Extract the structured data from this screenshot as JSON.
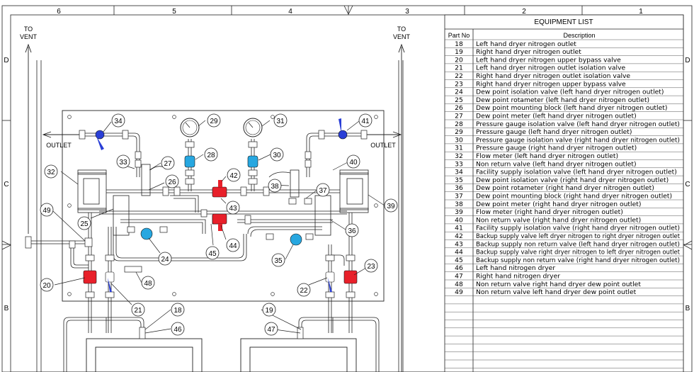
{
  "border": {
    "top_numbers": [
      "6",
      "5",
      "4",
      "3",
      "2",
      "1"
    ],
    "side_letters": [
      "D",
      "C",
      "B"
    ]
  },
  "labels": {
    "to_vent": [
      "TO",
      "VENT"
    ],
    "outlet": "OUTLET"
  },
  "equipment_list": {
    "title": "EQUIPMENT LIST",
    "col_part": "Part No",
    "col_desc": "Description",
    "items": [
      {
        "no": "18",
        "desc": "Left hand dryer nitrogen outlet"
      },
      {
        "no": "19",
        "desc": "Right hand dryer nitrogen outlet"
      },
      {
        "no": "20",
        "desc": "Left hand dryer nitrogen upper bypass valve"
      },
      {
        "no": "21",
        "desc": "Left hand dryer nitrogen outlet isolation valve"
      },
      {
        "no": "22",
        "desc": "Right hand dryer nitrogen outlet isolation valve"
      },
      {
        "no": "23",
        "desc": "Right hand dryer nitrogen upper bypass valve"
      },
      {
        "no": "24",
        "desc": "Dew point isolation valve (left hand dryer nitrogen outlet)"
      },
      {
        "no": "25",
        "desc": "Dew point rotameter (left hand dryer nitrogen outlet)"
      },
      {
        "no": "26",
        "desc": "Dew point mounting block (left hand dryer nitrogen outlet)"
      },
      {
        "no": "27",
        "desc": "Dew point meter (left hand dryer nitrogen outlet)"
      },
      {
        "no": "28",
        "desc": "Pressure gauge isolation valve (left hand dryer nitrogen outlet)"
      },
      {
        "no": "29",
        "desc": "Pressure gauge (left hand dryer nitrogen outlet)"
      },
      {
        "no": "30",
        "desc": "Pressure gauge isolation valve (right hand dryer nitrogen outlet)"
      },
      {
        "no": "31",
        "desc": "Pressure gauge (right hand dryer nitrogen outlet)"
      },
      {
        "no": "32",
        "desc": "Flow meter (left hand dryer nitrogen outlet)"
      },
      {
        "no": "33",
        "desc": "Non return valve (left hand dryer nitrogen outlet)"
      },
      {
        "no": "34",
        "desc": "Facility supply isolation valve (left hand dryer nitrogen outlet)"
      },
      {
        "no": "35",
        "desc": "Dew point isolation valve (right hand dryer nitrogen outlet)"
      },
      {
        "no": "36",
        "desc": "Dew point rotameter (right hand dryer nitrogen outlet)"
      },
      {
        "no": "37",
        "desc": "Dew point mounting block (right hand dryer nitrogen outlet)"
      },
      {
        "no": "38",
        "desc": "Dew point meter (right hand dryer nitrogen outlet)"
      },
      {
        "no": "39",
        "desc": "Flow meter (right hand dryer nitrogen outlet)"
      },
      {
        "no": "40",
        "desc": "Non return valve (right hand dryer nitrogen outlet)"
      },
      {
        "no": "41",
        "desc": "Facility supply isolation valve (right hand dryer nitrogen outlet)"
      },
      {
        "no": "42",
        "desc": "Backup supply valve left dryer nitrogen to right dryer nitrogen outlet"
      },
      {
        "no": "43",
        "desc": "Backup supply non return valve (left hand dryer nitrogen outlet)"
      },
      {
        "no": "44",
        "desc": "Backup supply valve right dryer nitrogen to left dryer nitrogen outlet"
      },
      {
        "no": "45",
        "desc": "Backup supply non return valve (right hand dryer nitrogen outlet)"
      },
      {
        "no": "46",
        "desc": "Left hand nitrogen dryer"
      },
      {
        "no": "47",
        "desc": "Right hand nitrogen dryer"
      },
      {
        "no": "48",
        "desc": "Non return valve right hand dryer dew point outlet"
      },
      {
        "no": "49",
        "desc": "Non return valve left hand dryer dew point outlet"
      }
    ]
  },
  "balloons": [
    "18",
    "19",
    "20",
    "21",
    "22",
    "23",
    "24",
    "25",
    "26",
    "27",
    "28",
    "29",
    "30",
    "31",
    "32",
    "33",
    "34",
    "35",
    "36",
    "37",
    "38",
    "39",
    "40",
    "41",
    "42",
    "43",
    "44",
    "45",
    "46",
    "47",
    "48",
    "49"
  ],
  "colors": {
    "line": "#1a1a1a",
    "valve_red": "#e8202a",
    "valve_blue": "#2a3fd6",
    "valve_cyan": "#27a7e0"
  }
}
